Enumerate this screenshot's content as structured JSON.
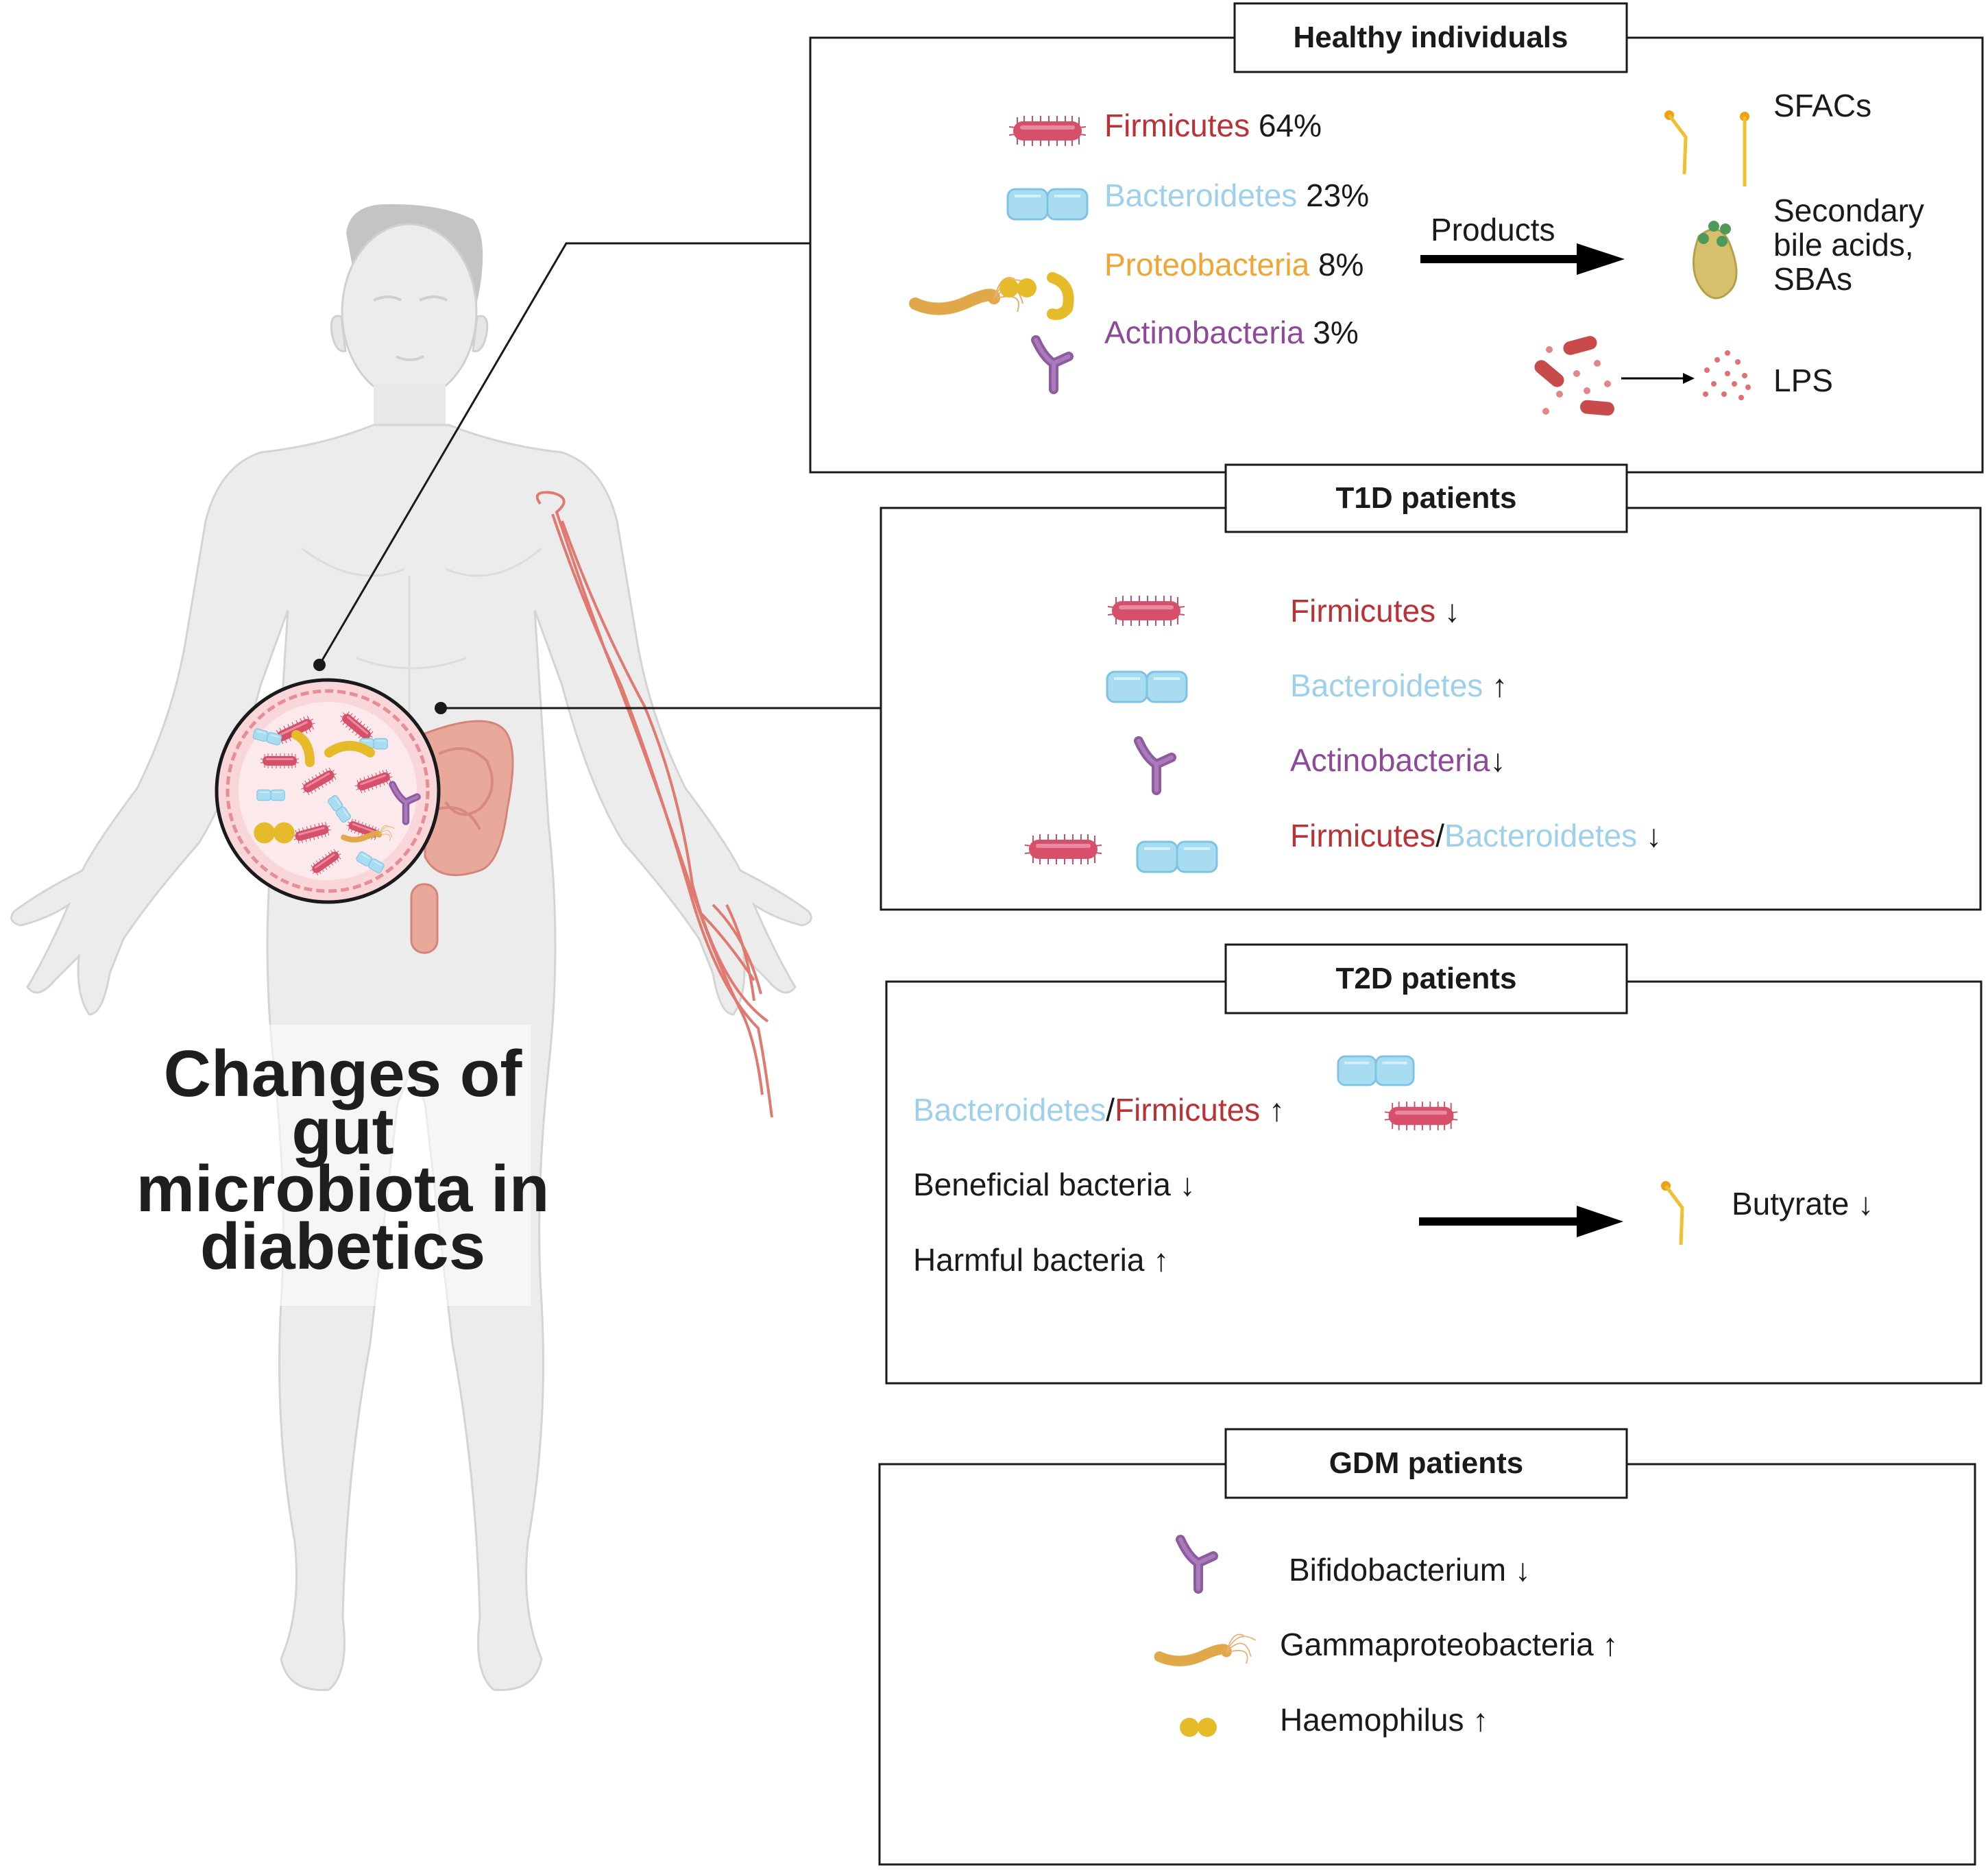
{
  "main_title": [
    "Changes of gut",
    "microbiota in",
    "diabetics"
  ],
  "colors": {
    "firmicutes": "#b83236",
    "bacteroidetes": "#9fd0ea",
    "proteobacteria": "#eea635",
    "actinobacteria": "#8d4a98"
  },
  "healthy": {
    "title": "Healthy individuals",
    "firmicutes": "Firmicutes",
    "firmicutes_pct": "64%",
    "bacteroidetes": "Bacteroidetes",
    "bacteroidetes_pct": "23%",
    "proteobacteria": "Proteobacteria",
    "proteobacteria_pct": "8%",
    "actinobacteria": "Actinobacteria",
    "actinobacteria_pct": "3%",
    "products": "Products",
    "sfacs": "SFACs",
    "sbas": [
      "Secondary",
      "bile acids,",
      "SBAs"
    ],
    "lps": "LPS"
  },
  "t1d": {
    "title": "T1D patients",
    "row1_name": "Firmicutes",
    "row1_arrow": "↓",
    "row2_name": "Bacteroidetes",
    "row2_arrow": "↑",
    "row3_name": "Actinobacteria",
    "row3_arrow": "↓",
    "row4_a": "Firmicutes",
    "row4_slash": "/",
    "row4_b": "Bacteroidetes",
    "row4_arrow": "↓"
  },
  "t2d": {
    "title": "T2D patients",
    "ratio_a": "Bacteroidetes",
    "ratio_slash": "/",
    "ratio_b": "Firmicutes",
    "ratio_arrow": "↑",
    "beneficial": "Beneficial bacteria ↓",
    "harmful": "Harmful bacteria ↑",
    "butyrate": "Butyrate ↓"
  },
  "gdm": {
    "title": "GDM patients",
    "item1": "Bifidobacterium ↓",
    "item2": "Gammaproteobacteria ↑",
    "item3": "Haemophilus ↑"
  }
}
